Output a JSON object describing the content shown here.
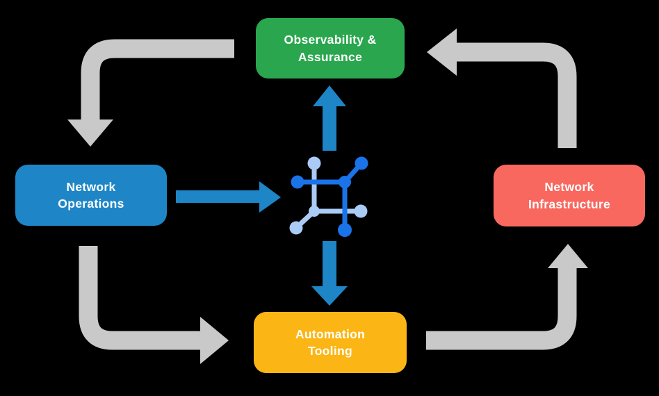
{
  "title": "Network automation lifecycle diagram",
  "colors": {
    "background": "#000000",
    "green": "#29a64e",
    "blue": "#1e86c6",
    "red": "#f9685f",
    "yellow": "#fbb615",
    "gray": "#c9c9c9",
    "icon_dark": "#1a73e8",
    "icon_light": "#a9cbf5",
    "label_text": "#ffffff"
  },
  "nodes": {
    "observability": {
      "label": "Observability &\nAssurance"
    },
    "operations": {
      "label": "Network\nOperations"
    },
    "infrastructure": {
      "label": "Network\nInfrastructure"
    },
    "automation": {
      "label": "Automation\nTooling"
    }
  },
  "icons": {
    "center": "mesh-network-icon"
  }
}
